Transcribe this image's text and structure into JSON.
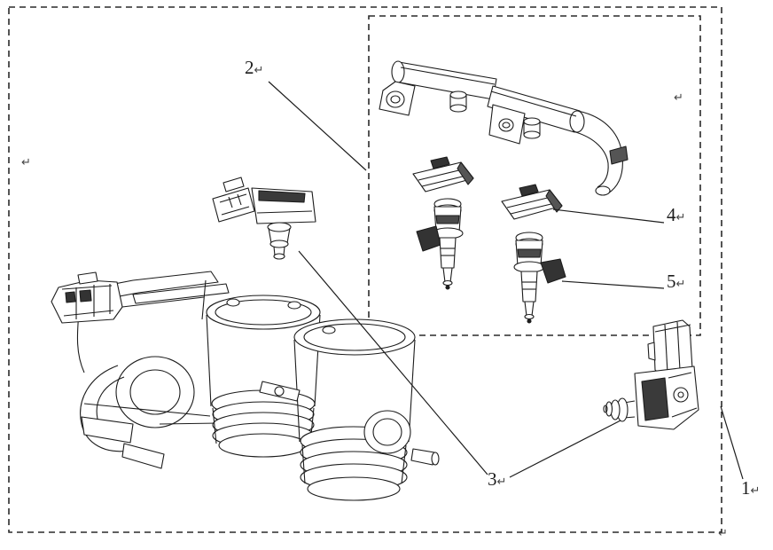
{
  "page": {
    "background": "#ffffff",
    "line_color": "#1c1c1c"
  },
  "diagram": {
    "callouts": [
      {
        "number": "1",
        "mark": "↵"
      },
      {
        "number": "2",
        "mark": "↵"
      },
      {
        "number": "3",
        "mark": "↵"
      },
      {
        "number": "4",
        "mark": "↵"
      },
      {
        "number": "5",
        "mark": "↵"
      }
    ],
    "stray_marks": [
      {
        "mark": "↵"
      },
      {
        "mark": "↵"
      },
      {
        "mark": "↵"
      }
    ]
  }
}
